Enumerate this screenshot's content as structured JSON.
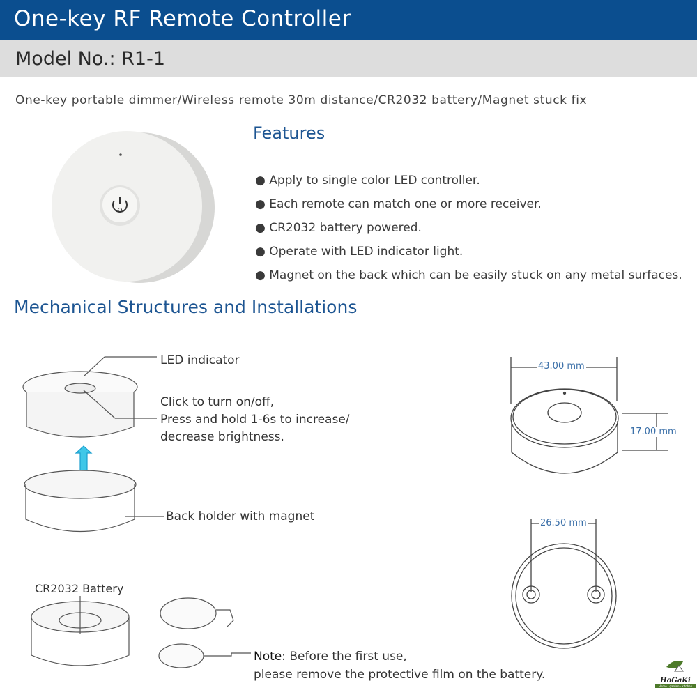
{
  "header": {
    "title": "One-key RF Remote Controller"
  },
  "model": {
    "label": "Model No.: R1-1"
  },
  "subtitle": "One-key portable dimmer/Wireless remote 30m distance/CR2032 battery/Magnet stuck fix",
  "features": {
    "title": "Features",
    "items": [
      "● Apply to single color LED controller.",
      "● Each remote can match one or more receiver.",
      "● CR2032 battery powered.",
      "● Operate with LED indicator light.",
      "●  Magnet on the back which can be easily stuck on any metal surfaces."
    ]
  },
  "mechanical": {
    "title": "Mechanical Structures and Installations",
    "labels": {
      "led": "LED indicator",
      "click1": "Click to turn on/off,",
      "click2": "Press and hold 1-6s to increase/",
      "click3": "decrease brightness.",
      "holder": "Back holder with magnet",
      "battery": "CR2032 Battery",
      "note_label": "Note:",
      "note1": " Before the first use,",
      "note2": "please remove the protective film on the battery."
    },
    "dimensions": {
      "diameter": "43.00 mm",
      "height": "17.00 mm",
      "magnet_spacing": "26.50 mm"
    }
  },
  "logo": {
    "name": "HoGaKi",
    "tagline": "Home · garden · kitchen"
  },
  "colors": {
    "header": "#0b4e8f",
    "accent": "#1d5592"
  }
}
